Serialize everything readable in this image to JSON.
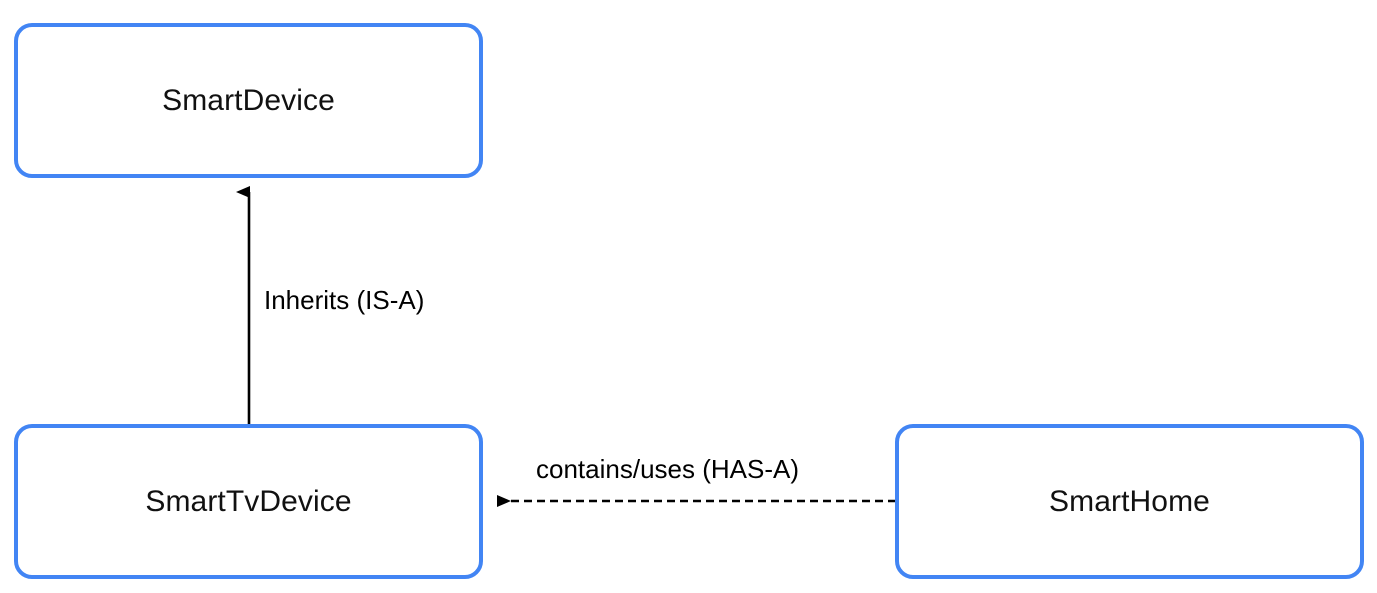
{
  "diagram": {
    "type": "class-relationship-diagram",
    "background_color": "#ffffff",
    "node_border_color": "#4285F4",
    "node_fill_color": "#ffffff",
    "node_border_width": 4,
    "node_text_color": "#111111",
    "edge_color": "#000000",
    "nodes": [
      {
        "id": "smartdevice",
        "label": "SmartDevice"
      },
      {
        "id": "smarttvdevice",
        "label": "SmartTvDevice"
      },
      {
        "id": "smarthome",
        "label": "SmartHome"
      }
    ],
    "edges": [
      {
        "id": "inherits",
        "label": "Inherits (IS-A)",
        "from": "SmartTvDevice",
        "to": "SmartDevice",
        "style": "solid",
        "arrowhead": "filled-triangle",
        "direction": "up"
      },
      {
        "id": "contains",
        "label": "contains/uses (HAS-A)",
        "from": "SmartHome",
        "to": "SmartTvDevice",
        "style": "dashed",
        "arrowhead": "filled-triangle",
        "direction": "left"
      }
    ]
  }
}
